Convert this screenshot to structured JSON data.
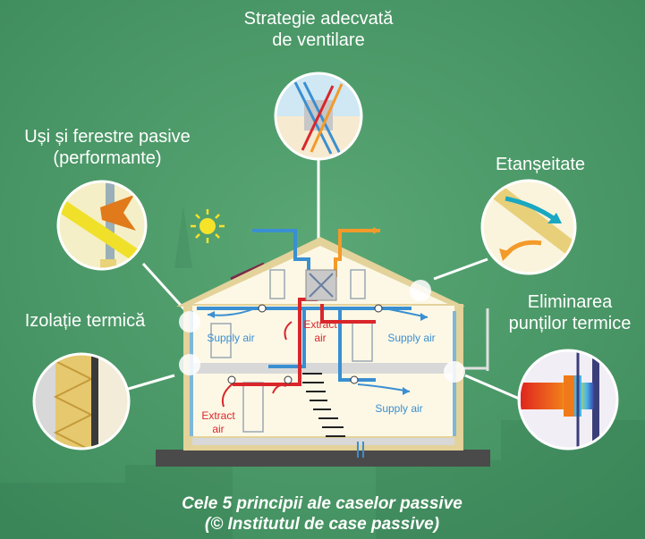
{
  "labels": {
    "ventilation": [
      "Strategie adecvată",
      "de ventilare"
    ],
    "windows": [
      "Uși și ferestre pasive",
      "(performante)"
    ],
    "airtightness": "Etanșeitate",
    "insulation": "Izolație termică",
    "thermal_bridges": [
      "Eliminarea",
      "punților termice"
    ]
  },
  "airflow": {
    "supply_air": "Supply air",
    "extract_air": [
      "Extract",
      "air"
    ]
  },
  "caption": [
    "Cele 5 principii ale caselor passive",
    "(© Institutul de case passive)"
  ],
  "colors": {
    "background": "#4f9a6b",
    "label_text": "#ffffff",
    "supply_air": "#3a8fd1",
    "extract_air": "#d9262b",
    "house_insulation": "#e8d9a0",
    "exhaust_orange": "#f39a2a"
  }
}
